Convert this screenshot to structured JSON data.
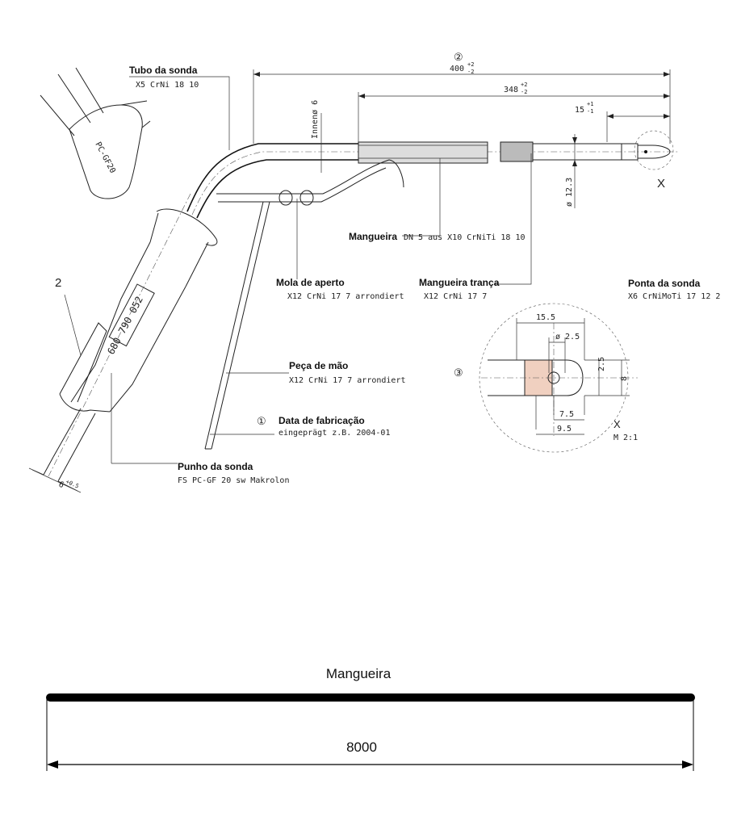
{
  "labels": {
    "tubo": {
      "title": "Tubo da sonda",
      "spec": "X5 CrNi 18 10"
    },
    "mangueira": {
      "title": "Mangueira",
      "spec": "DN 5 aus X10 CrNiTi 18 10"
    },
    "mola": {
      "title": "Mola de aperto",
      "spec": "X12 CrNi 17 7  arrondiert"
    },
    "tranca": {
      "title": "Mangueira trança",
      "spec": "X12 CrNi 17 7"
    },
    "ponta": {
      "title": "Ponta da sonda",
      "spec": "X6 CrNiMoTi 17 12 2"
    },
    "peca": {
      "title": "Peça de mão",
      "spec": "X12 CrNi 17 7  arrondiert"
    },
    "data_fab": {
      "title": "Data de fabricação",
      "spec": "eingeprägt z.B. 2004-01"
    },
    "punho": {
      "title": "Punho da sonda",
      "spec": "FS PC-GF 20 sw Makrolon"
    }
  },
  "markers": {
    "item_2": "2",
    "circle_1": "①",
    "circle_2": "②",
    "circle_3": "③",
    "view_x": "X",
    "view_x_detail": "X",
    "scale": "M 2:1"
  },
  "part_text": {
    "grip_code": "PC-GF20",
    "handle_number": "680 790 052",
    "innen": "Innenø 6"
  },
  "dimensions": {
    "d400": "400",
    "d400_tol_upper": "+2",
    "d400_tol_lower": "-2",
    "d348": "348",
    "d348_tol_upper": "+2",
    "d348_tol_lower": "-2",
    "d15": "15",
    "d15_tol_upper": "+1",
    "d15_tol_lower": "-1",
    "dia123": "ø 12.3",
    "d6": "6",
    "d6_tol": "+0.5",
    "detail_155": "15.5",
    "detail_dia25": "ø 2.5",
    "detail_25": "2.5",
    "detail_8": "8",
    "detail_75": "7.5",
    "detail_95": "9.5"
  },
  "hose": {
    "title": "Mangueira",
    "length": "8000"
  }
}
